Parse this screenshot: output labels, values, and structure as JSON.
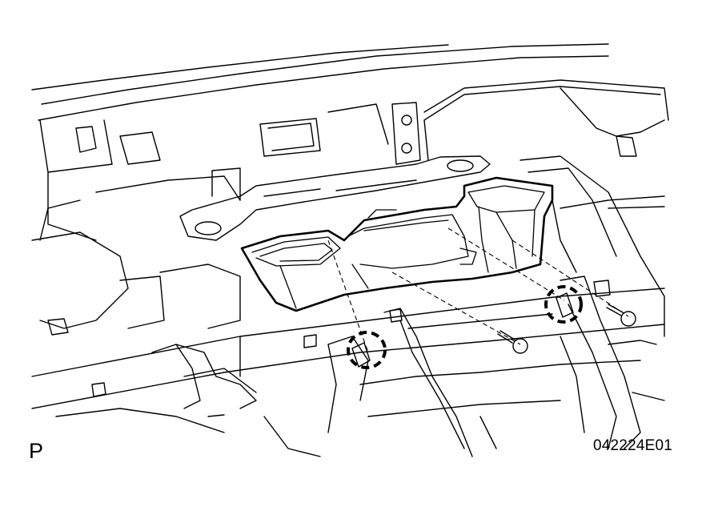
{
  "figure": {
    "view_label": "P",
    "figure_id": "042224E01",
    "line_color": "#000000",
    "background": "#ffffff",
    "parts": [
      {
        "name": "heater-to-register-duct",
        "highlighted": true
      },
      {
        "name": "clip",
        "count": 2
      },
      {
        "name": "screw",
        "count": 2
      }
    ]
  }
}
